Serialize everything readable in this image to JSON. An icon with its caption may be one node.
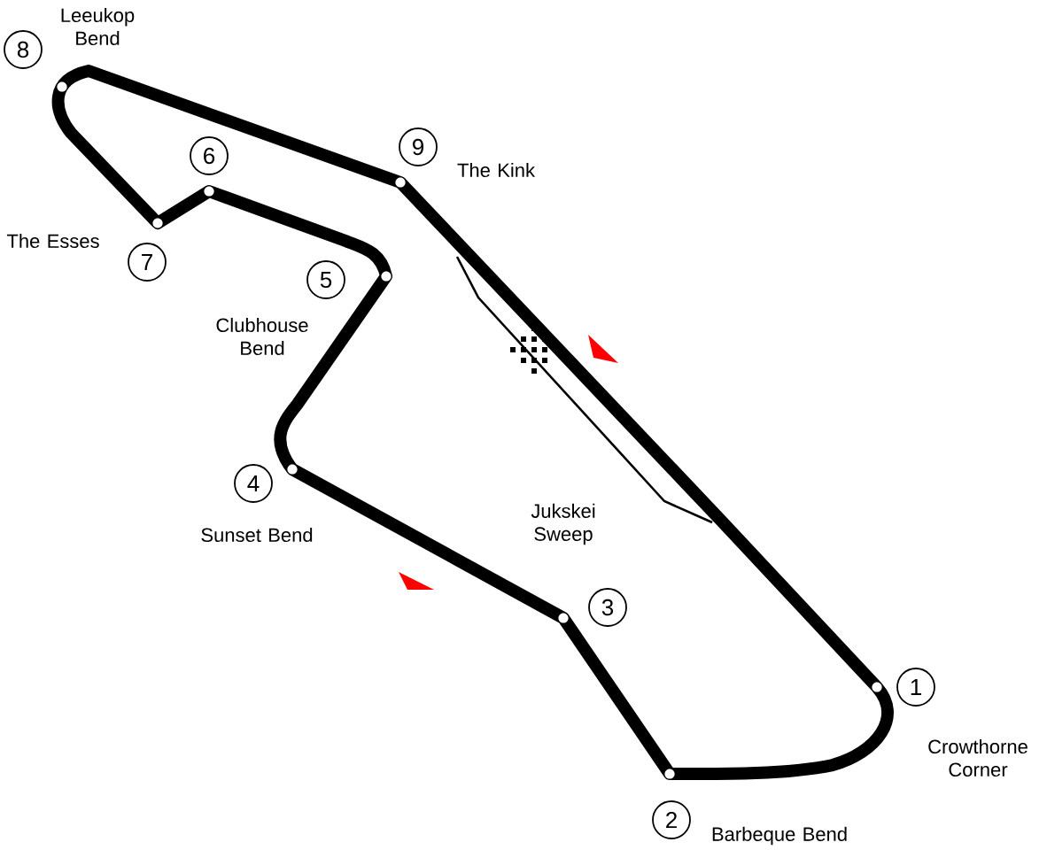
{
  "diagram": {
    "nodes": [
      {
        "text": [
          "8"
        ],
        "beside": [
          "Leeukop Bend"
        ]
      },
      {
        "text": [
          "6"
        ]
      },
      {
        "text": [
          "9"
        ],
        "beside": [
          "The Kink"
        ]
      },
      {
        "text": [
          "7"
        ],
        "beside": [
          "The Esses"
        ]
      },
      {
        "text": [
          "5"
        ],
        "beside": [
          "Clubhouse Bend"
        ]
      },
      {
        "text": [
          "4"
        ],
        "beside": [
          "Sunset Bend"
        ]
      },
      {
        "text": [
          "3"
        ]
      },
      {
        "text": [
          "1"
        ],
        "beside": [
          "Crowthorne Corner"
        ]
      },
      {
        "text": [
          "2"
        ],
        "beside": [
          "Barbeque Bend"
        ]
      }
    ],
    "labels": [
      "Jukskei Sweep"
    ]
  }
}
